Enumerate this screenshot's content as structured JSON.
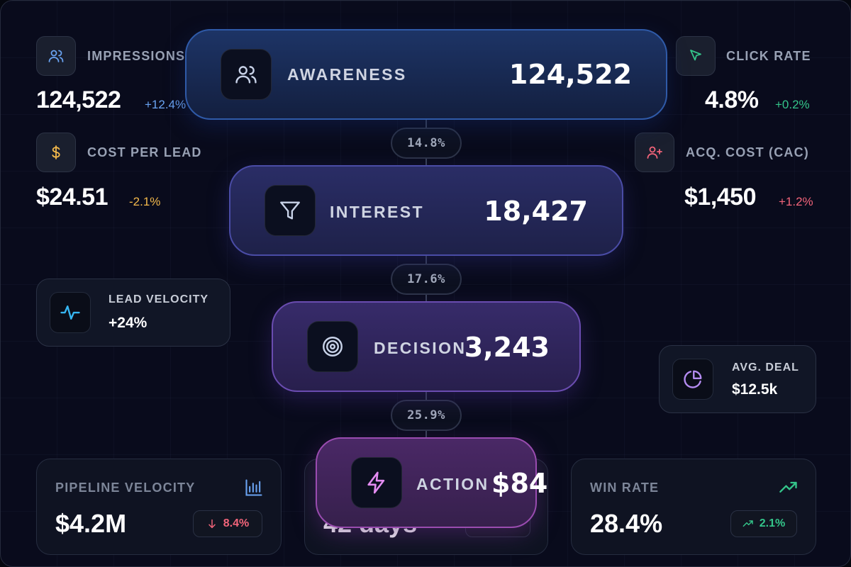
{
  "stats": {
    "impressions": {
      "label": "IMPRESSIONS",
      "value": "124,522",
      "delta": "+12.4%",
      "icon": "users-icon"
    },
    "click_rate": {
      "label": "CLICK RATE",
      "value": "4.8%",
      "delta": "+0.2%",
      "icon": "cursor-icon"
    },
    "cost_per_lead": {
      "label": "COST PER LEAD",
      "value": "$24.51",
      "delta": "-2.1%",
      "icon": "dollar-icon"
    },
    "acq_cost": {
      "label": "ACQ. COST (CAC)",
      "value": "$1,450",
      "delta": "+1.2%",
      "icon": "user-plus-icon"
    }
  },
  "cards": {
    "lead_velocity": {
      "label": "LEAD VELOCITY",
      "value": "+24%",
      "icon": "activity-icon"
    },
    "avg_deal": {
      "label": "AVG. DEAL",
      "value": "$12.5k",
      "icon": "pie-chart-icon"
    }
  },
  "funnel": {
    "stages": [
      {
        "label": "AWARENESS",
        "value": "124,522",
        "icon": "users-icon"
      },
      {
        "label": "INTEREST",
        "value": "18,427",
        "icon": "filter-icon"
      },
      {
        "label": "DECISION",
        "value": "3,243",
        "icon": "target-icon"
      },
      {
        "label": "ACTION",
        "value": "$84",
        "icon": "zap-icon"
      }
    ],
    "rates": [
      "14.8%",
      "17.6%",
      "25.9%"
    ]
  },
  "bottom": {
    "pipeline": {
      "label": "PIPELINE VELOCITY",
      "value": "$4.2M",
      "delta": "8.4%",
      "icon": "bar-chart-icon"
    },
    "cycle": {
      "value": "42 days"
    },
    "win_rate": {
      "label": "WIN RATE",
      "value": "28.4%",
      "delta": "2.1%",
      "icon": "trending-up-icon"
    }
  },
  "colors": {
    "blue": "#6aa3f2",
    "green": "#34c58a",
    "amber": "#f2b84b",
    "red": "#f2647a",
    "cyan": "#36b6f2",
    "violet": "#b58cf2",
    "pink": "#e48cf2"
  }
}
